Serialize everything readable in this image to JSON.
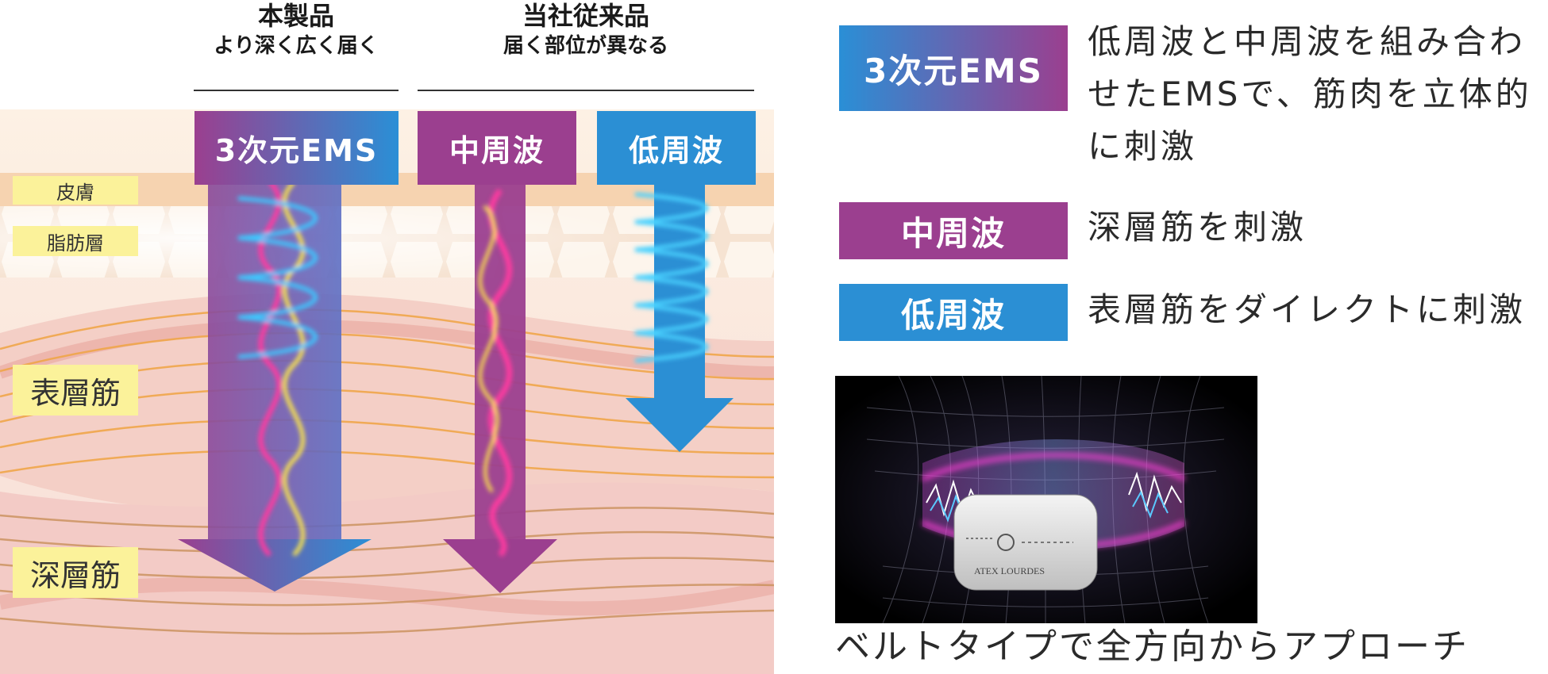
{
  "diagram": {
    "product_group": {
      "title": "本製品",
      "subtitle": "より深く広く届く"
    },
    "competitor_group": {
      "title": "当社従来品",
      "subtitle": "届く部位が異なる"
    },
    "arrows": [
      {
        "id": "ems",
        "label": "3次元EMS",
        "color_start": "#9b3f8f",
        "color_end": "#2a8fd6"
      },
      {
        "id": "mid",
        "label": "中周波",
        "color": "#9b3f8f"
      },
      {
        "id": "low",
        "label": "低周波",
        "color": "#2b8fd4"
      }
    ],
    "layers": {
      "skin": "皮膚",
      "fat": "脂肪層",
      "surface_muscle": "表層筋",
      "deep_muscle": "深層筋"
    }
  },
  "legend": [
    {
      "label": "3次元EMS",
      "description_lines": [
        "低周波と中周波を組み合わ",
        "せたEMSで、筋肉を立体的",
        "に刺激"
      ]
    },
    {
      "label": "中周波",
      "description_lines": [
        "深層筋を刺激"
      ]
    },
    {
      "label": "低周波",
      "description_lines": [
        "表層筋をダイレクトに刺激"
      ]
    }
  ],
  "photo": {
    "device_brand": "ATEX LOURDES",
    "caption": "ベルトタイプで全方向からアプローチ"
  },
  "colors": {
    "purple": "#9b3f8f",
    "blue": "#2b8fd4",
    "label_yellow": "#fbf29a"
  }
}
